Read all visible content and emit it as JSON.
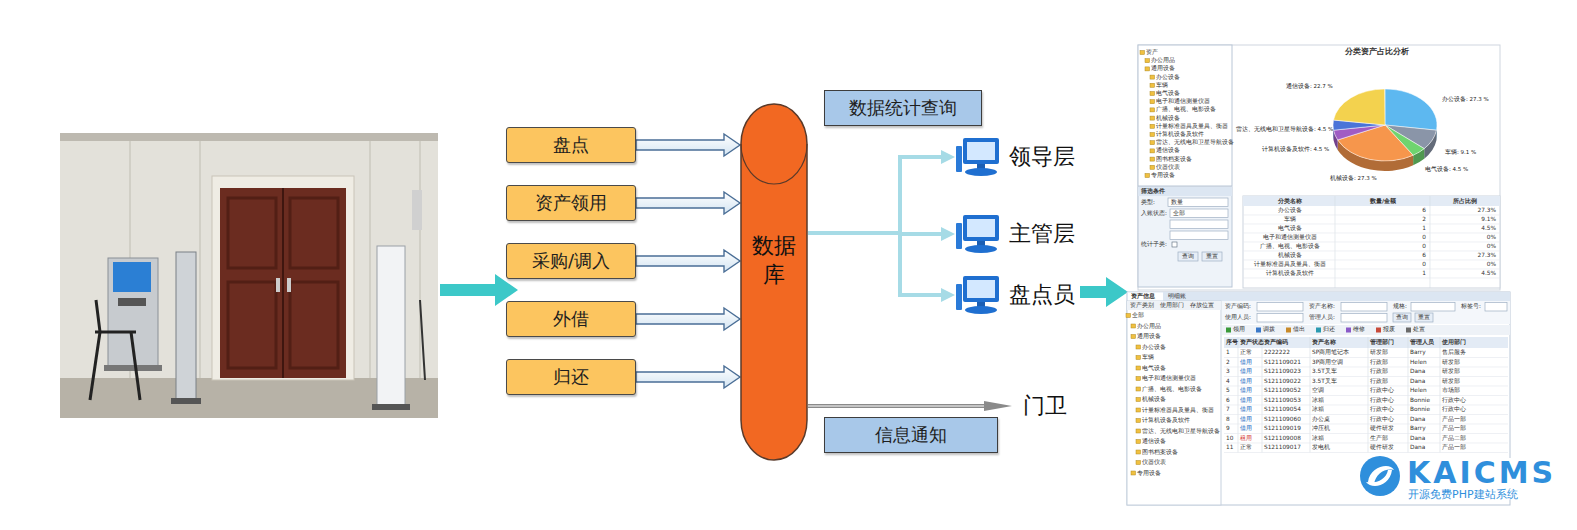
{
  "diagram": {
    "nodes": [
      {
        "text": [
          "盘点"
        ]
      },
      {
        "text": [
          "资产领用"
        ]
      },
      {
        "text": [
          "采购/调入"
        ]
      },
      {
        "text": [
          "外借"
        ]
      },
      {
        "text": [
          "归还"
        ]
      },
      {
        "text": [
          "数据库"
        ]
      },
      {
        "text": [
          "数据统计查询"
        ]
      },
      {
        "text": [
          "领导层"
        ]
      },
      {
        "text": [
          "主管层"
        ]
      },
      {
        "text": [
          "盘点员"
        ]
      },
      {
        "text": [
          "门卫"
        ]
      },
      {
        "text": [
          "信息通知"
        ]
      }
    ],
    "edges": [
      {
        "from": 0,
        "to": 5,
        "arrow": "to"
      },
      {
        "from": 1,
        "to": 5,
        "arrow": "to"
      },
      {
        "from": 2,
        "to": 5,
        "arrow": "to"
      },
      {
        "from": 3,
        "to": 5,
        "arrow": "to"
      },
      {
        "from": 4,
        "to": 5,
        "arrow": "to"
      },
      {
        "from": 5,
        "to": 7,
        "arrow": "to"
      },
      {
        "from": 5,
        "to": 8,
        "arrow": "to"
      },
      {
        "from": 5,
        "to": 9,
        "arrow": "to"
      },
      {
        "from": 5,
        "to": 10,
        "arrow": "to"
      }
    ],
    "labels": [
      "资产",
      "办公用品",
      "通用设备",
      "办公设备",
      "车辆",
      "电气设备",
      "电子和通信测量仪器",
      "广播、电视、电影设备",
      "机械设备",
      "计量标准器具及量具、衡器",
      "计算机设备及软件",
      "雷达、无线电和卫星导航设备",
      "通信设备",
      "图书档案设备",
      "仪器仪表",
      "专用设备",
      "筛选条件",
      "类型:",
      "数量",
      "入账状态:",
      "全部",
      "统计子类:",
      "查询",
      "重置",
      "分类资产占比分析",
      "通信设备: 22.7 %",
      "办公设备: 27.3 %",
      "雷达、无线电和卫星导航设备: 4.5 %",
      "计算机设备及软件: 4.5 %",
      "车辆: 9.1 %",
      "电气设备: 4.5 %",
      "机械设备: 27.3 %",
      "分类名称",
      "数量/金额",
      "所占比例",
      "办公设备",
      "6",
      "27.3%",
      "车辆",
      "2",
      "9.1%",
      "电气设备",
      "1",
      "4.5%",
      "电子和通信测量仪器",
      "0",
      "0%",
      "广播、电视、电影设备",
      "0",
      "0%",
      "机械设备",
      "6",
      "27.3%",
      "计量标准器具及量具、衡器",
      "0",
      "0%",
      "计算机设备及软件",
      "1",
      "4.5%",
      "资产信息",
      "明细账",
      "资产类别",
      "使用部门",
      "存放位置",
      "资产编码:",
      "资产名称:",
      "规格:",
      "标签号:",
      "使用人员:",
      "管理人员:",
      "查询",
      "重置",
      "领用",
      "调拨",
      "借出",
      "归还",
      "维修",
      "报废",
      "处置",
      "全部",
      "办公用品",
      "通用设备",
      "办公设备",
      "车辆",
      "电气设备",
      "电子和通信测量仪器",
      "广播、电视、电影设备",
      "机械设备",
      "计量标准器具及量具、衡器",
      "计算机设备及软件",
      "雷达、无线电和卫星导航设备",
      "通信设备",
      "图书档案设备",
      "仪器仪表",
      "专用设备",
      "序号",
      "资产状态",
      "资产编码",
      "资产名称",
      "管理部门",
      "管理人员",
      "使用部门",
      "1",
      "正常",
      "2222222",
      "SP商用笔记本",
      "研发部",
      "Barry",
      "售后服务",
      "2",
      "借用",
      "S121109021",
      "3P商用空调",
      "行政部",
      "Helen",
      "研发部",
      "3",
      "借用",
      "S121109023",
      "3.5T叉车",
      "行政部",
      "Dana",
      "研发部",
      "4",
      "借用",
      "S121109022",
      "3.5T叉车",
      "行政部",
      "Dana",
      "研发部",
      "5",
      "借用",
      "S121109052",
      "空调",
      "行政中心",
      "Helen",
      "市场部",
      "6",
      "借用",
      "S121109053",
      "冰箱",
      "行政中心",
      "Bonnie",
      "行政中心",
      "7",
      "借用",
      "S121109054",
      "冰箱",
      "行政中心",
      "Bonnie",
      "行政中心",
      "8",
      "借用",
      "S121109060",
      "办公桌",
      "行政中心",
      "Dana",
      "产品一部",
      "9",
      "借用",
      "S121109019",
      "冲压机",
      "硬件研发",
      "Barry",
      "产品一部",
      "10",
      "租用",
      "S121109008",
      "冰箱",
      "生产部",
      "Dana",
      "产品二部",
      "11",
      "正常",
      "S121109017",
      "发电机",
      "硬件研发",
      "Dana",
      "产品一部",
      "KAICMS",
      "开源免费PHP建站系统"
    ]
  }
}
